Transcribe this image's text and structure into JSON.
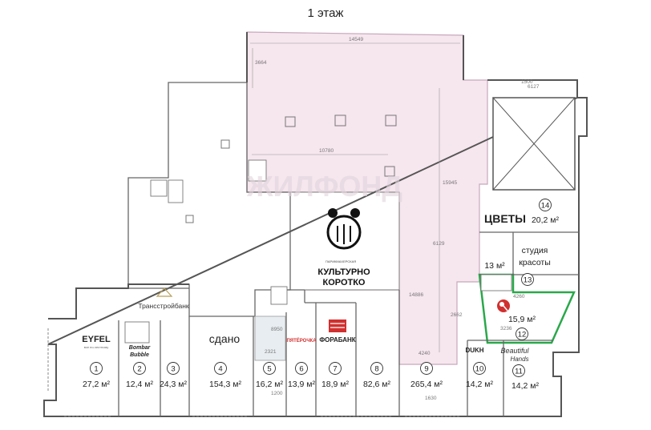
{
  "title": "1 этаж",
  "watermark": "ЖИЛФОНД",
  "colors": {
    "wall": "#555555",
    "pink_area": "#f6e6ee",
    "pink_edge": "#c8a8bc",
    "highlight": "#2aa84a",
    "accent_red": "#d0302f"
  },
  "dimensions": [
    "14549",
    "3664",
    "10780",
    "15945",
    "6127",
    "1500",
    "6129",
    "14886",
    "4240",
    "2662",
    "8950",
    "2321",
    "1200",
    "1630",
    "4260",
    "3236"
  ],
  "labels": {
    "sdano": "сдано",
    "tsvety": "ЦВЕТЫ",
    "studio_line1": "студия",
    "studio_line2": "красоты",
    "transstroybank": "Трансстройбанк",
    "eyfel": "EYFEL",
    "eyfel_sub": "все по-честному",
    "bombar_line1": "Bombar",
    "bombar_line2": "Bubble",
    "kulturno_line1": "КУЛЬТУРНО",
    "kulturno_line2": "КОРОТКО",
    "kulturno_small": "ПАРИКМАХЕРСКАЯ",
    "forabank": "ФОРАБАНК",
    "pyaterochka": "ПЯТЁРОЧКА",
    "dukh": "DUKH",
    "beautiful_line1": "Beautiful",
    "beautiful_line2": "Hands"
  },
  "units": [
    {
      "num": "1",
      "area": "27,2 м²"
    },
    {
      "num": "2",
      "area": "12,4 м²"
    },
    {
      "num": "3",
      "area": "24,3 м²"
    },
    {
      "num": "4",
      "area": "154,3 м²"
    },
    {
      "num": "5",
      "area": "16,2 м²"
    },
    {
      "num": "6",
      "area": "13,9 м²"
    },
    {
      "num": "7",
      "area": "18,9 м²"
    },
    {
      "num": "8",
      "area": "82,6 м²"
    },
    {
      "num": "9",
      "area": "265,4 м²"
    },
    {
      "num": "10",
      "area": "14,2 м²"
    },
    {
      "num": "11",
      "area": "14,2 м²"
    },
    {
      "num": "12",
      "area": "15,9 м²"
    },
    {
      "num": "13",
      "area": "13 м²"
    },
    {
      "num": "14",
      "area": "20,2 м²"
    }
  ]
}
